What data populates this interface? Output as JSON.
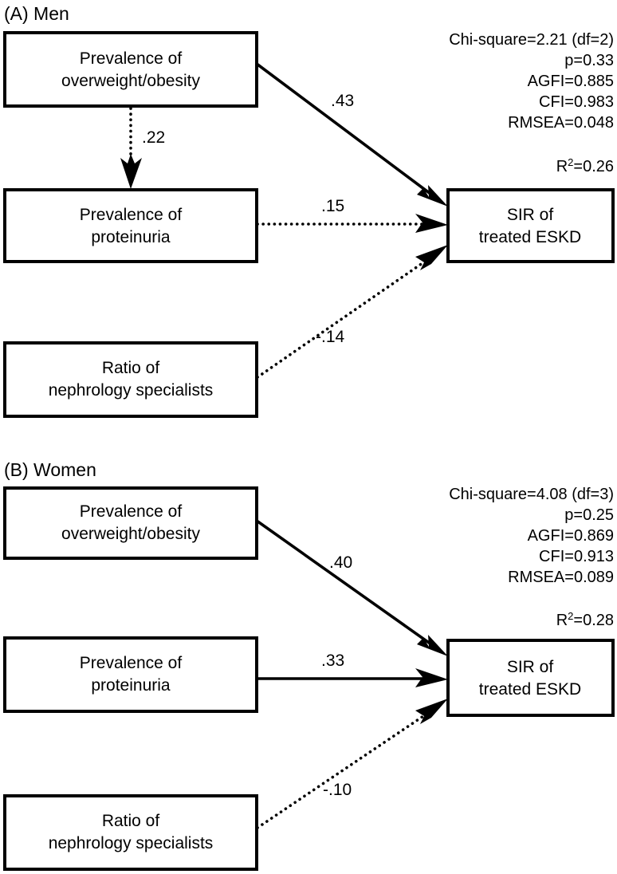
{
  "figure": {
    "type": "path-diagram",
    "description": "Structural equation model path diagrams for men and women"
  },
  "panels": [
    {
      "id": "A",
      "label": "(A) Men",
      "boxes": [
        {
          "id": "overweight",
          "line1": "Prevalence of",
          "line2": "overweight/obesity"
        },
        {
          "id": "proteinuria",
          "line1": "Prevalence of",
          "line2": "proteinuria"
        },
        {
          "id": "nephrology",
          "line1": "Ratio of",
          "line2": "nephrology specialists"
        },
        {
          "id": "outcome",
          "line1": "SIR of",
          "line2": "treated ESKD"
        }
      ],
      "paths": [
        {
          "id": "overweight-to-outcome",
          "coefficient": ".43",
          "style": "solid"
        },
        {
          "id": "overweight-to-proteinuria",
          "coefficient": ".22",
          "style": "dotted"
        },
        {
          "id": "proteinuria-to-outcome",
          "coefficient": ".15",
          "style": "dotted"
        },
        {
          "id": "nephrology-to-outcome",
          "coefficient": "-.14",
          "style": "dotted"
        }
      ],
      "fit_statistics": {
        "chi_square": "Chi-square=2.21 (df=2)",
        "p_value": "p=0.33",
        "agfi": "AGFI=0.885",
        "cfi": "CFI=0.983",
        "rmsea": "RMSEA=0.048",
        "r_squared_prefix": "R",
        "r_squared_sup": "2",
        "r_squared_value": "=0.26"
      }
    },
    {
      "id": "B",
      "label": "(B) Women",
      "boxes": [
        {
          "id": "overweight",
          "line1": "Prevalence of",
          "line2": "overweight/obesity"
        },
        {
          "id": "proteinuria",
          "line1": "Prevalence of",
          "line2": "proteinuria"
        },
        {
          "id": "nephrology",
          "line1": "Ratio of",
          "line2": "nephrology specialists"
        },
        {
          "id": "outcome",
          "line1": "SIR of",
          "line2": "treated ESKD"
        }
      ],
      "paths": [
        {
          "id": "overweight-to-outcome",
          "coefficient": ".40",
          "style": "solid"
        },
        {
          "id": "proteinuria-to-outcome",
          "coefficient": ".33",
          "style": "solid"
        },
        {
          "id": "nephrology-to-outcome",
          "coefficient": "-.10",
          "style": "dotted"
        }
      ],
      "fit_statistics": {
        "chi_square": "Chi-square=4.08 (df=3)",
        "p_value": "p=0.25",
        "agfi": "AGFI=0.869",
        "cfi": "CFI=0.913",
        "rmsea": "RMSEA=0.089",
        "r_squared_prefix": "R",
        "r_squared_sup": "2",
        "r_squared_value": "=0.28"
      }
    }
  ],
  "colors": {
    "stroke": "#000000",
    "background": "#ffffff",
    "text": "#000000"
  }
}
